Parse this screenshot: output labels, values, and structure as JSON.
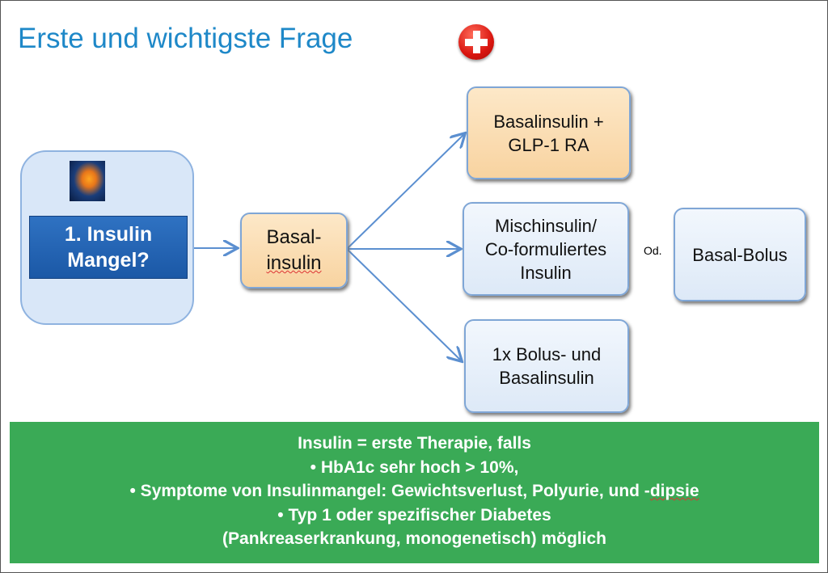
{
  "title": "Erste und wichtigste Frage",
  "start_box": {
    "line1": "1. Insulin",
    "line2": "Mangel?"
  },
  "basal_box": {
    "line1": "Basal-",
    "line2": "insulin"
  },
  "options": {
    "glp1": {
      "line1": "Basalinsulin +",
      "line2": "GLP-1 RA"
    },
    "mix": {
      "line1": "Mischinsulin/",
      "line2": "Co-formuliertes",
      "line3": "Insulin"
    },
    "or_label": "Od.",
    "basal_bolus": "Basal-Bolus",
    "bolus": {
      "line1": "1x Bolus- und",
      "line2": "Basalinsulin"
    }
  },
  "note": {
    "lines": [
      "Insulin = erste Therapie, falls",
      "• HbA1c sehr hoch > 10%,",
      "• Symptome von Insulinmangel: Gewichtsverlust, Polyurie, und -",
      "• Typ 1 oder spezifischer Diabetes",
      "(Pankreaserkrankung, monogenetisch) möglich"
    ],
    "dipsie": "dipsie"
  },
  "colors": {
    "title": "#1e88c8",
    "green": "#3aaa56",
    "blue": "#1b58a6",
    "peach": "#f8d3a0"
  }
}
